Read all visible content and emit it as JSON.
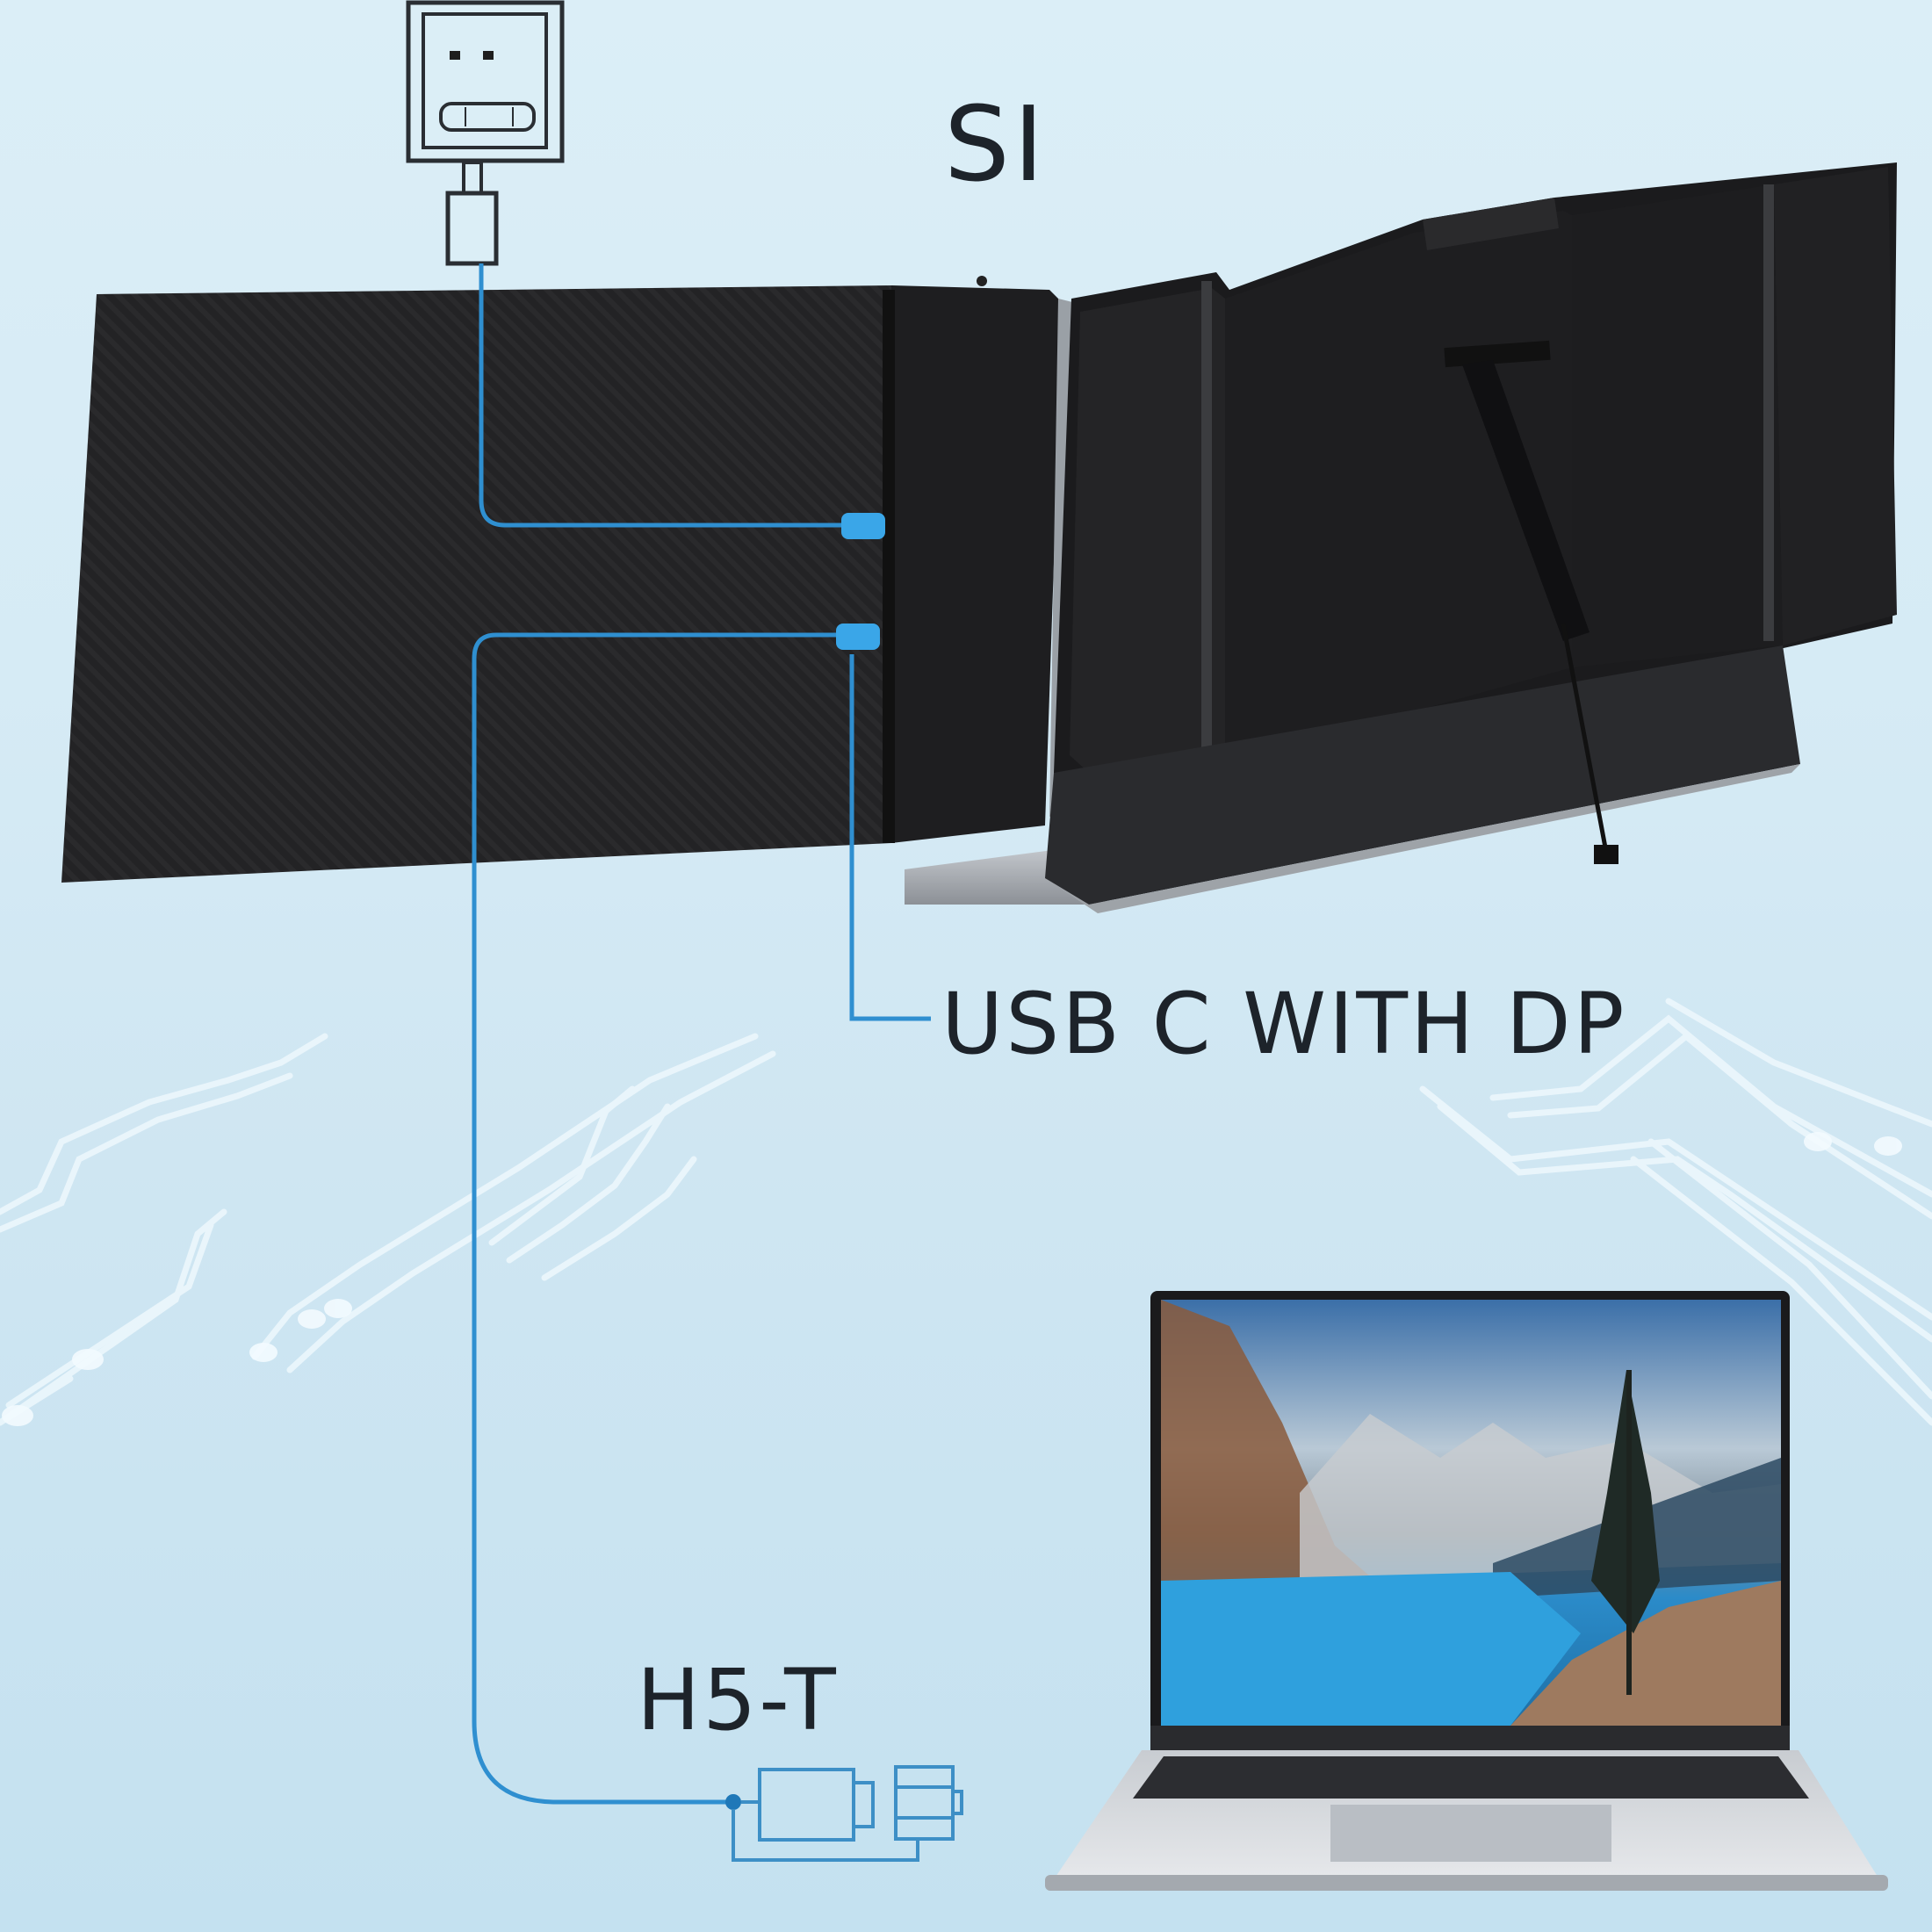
{
  "diagram": {
    "type": "product-connection-diagram",
    "labels": {
      "power_adapter": "SI",
      "cable": "USB C WITH DP",
      "adapter": "H5-T"
    },
    "components": [
      {
        "id": "wall-power-adapter",
        "label": "SI"
      },
      {
        "id": "left-extension-monitor",
        "label": ""
      },
      {
        "id": "right-extension-monitor-back-with-kickstand",
        "label": ""
      },
      {
        "id": "usb-c-cable",
        "label": "USB C WITH DP"
      },
      {
        "id": "h5-t-adapter",
        "label": "H5-T"
      },
      {
        "id": "host-laptop",
        "label": ""
      }
    ],
    "connections": [
      {
        "from": "wall-power-adapter",
        "to": "left-extension-monitor",
        "port": "upper-usb-c"
      },
      {
        "from": "h5-t-adapter",
        "to": "left-extension-monitor",
        "port": "lower-usb-c"
      },
      {
        "from": "usb-c-cable",
        "to": "left-extension-monitor",
        "port": "lower-usb-c"
      },
      {
        "from": "h5-t-adapter",
        "to": "host-laptop",
        "port": "usb"
      }
    ],
    "colors": {
      "background": "#d6ebf5",
      "cable_blue": "#2f8fd0",
      "connector_blue": "#3aa6e8",
      "monitor_body": "#1f1f21",
      "label_text": "#1d232a",
      "circuit_trace": "#eef8fd"
    }
  }
}
